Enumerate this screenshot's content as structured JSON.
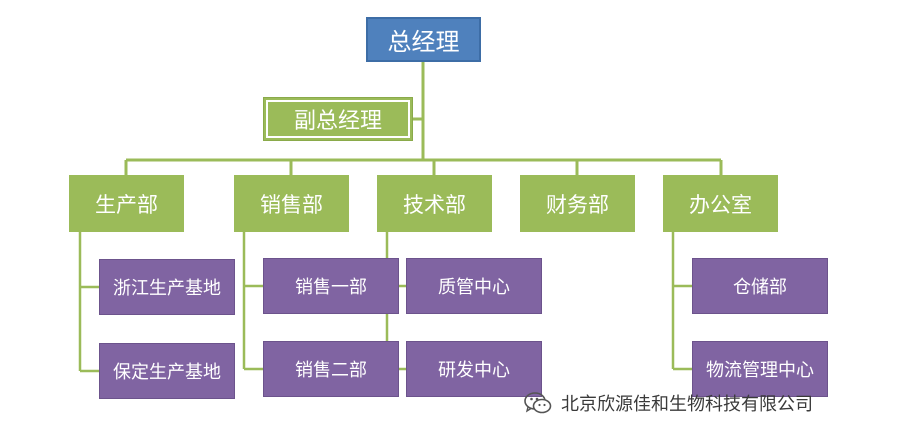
{
  "org": {
    "ceo": "总经理",
    "vp": "副总经理",
    "departments": [
      {
        "label": "生产部",
        "children": [
          "浙江生产基地",
          "保定生产基地"
        ]
      },
      {
        "label": "销售部",
        "children": [
          "销售一部",
          "销售二部"
        ]
      },
      {
        "label": "技术部",
        "children": [
          "质管中心",
          "研发中心"
        ]
      },
      {
        "label": "财务部",
        "children": []
      },
      {
        "label": "办公室",
        "children": [
          "仓储部",
          "物流管理中心"
        ]
      }
    ]
  },
  "colors": {
    "ceo_fill": "#4f81bd",
    "dept_fill": "#9bbb59",
    "sub_fill": "#8064a2",
    "connector": "#9bbb59"
  },
  "watermark": {
    "icon": "wechat-icon",
    "text": "北京欣源佳和生物科技有限公司"
  }
}
